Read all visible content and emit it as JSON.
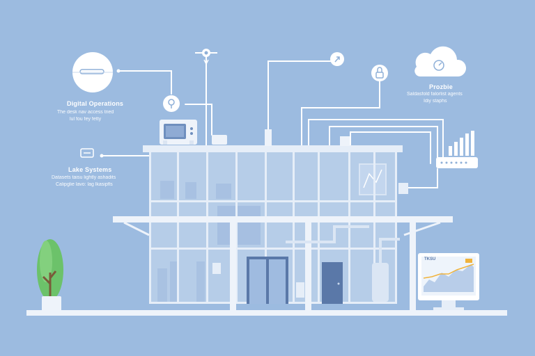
{
  "labels": {
    "digital_ops": {
      "title": "Digital Operations",
      "lines": [
        "The desk nav access tried",
        "lul fou fey fetty"
      ]
    },
    "lake_systems": {
      "title": "Lake Systems",
      "lines": [
        "Datasets taisu lightly ashadits",
        "Calipglie lavo: lag lkasipfls"
      ]
    },
    "cloud_block": {
      "title": "Prozbie",
      "lines": [
        "Saldasfold falorlist agents",
        "Idiy staphs"
      ]
    },
    "monitor_tag": "TKSU"
  },
  "colors": {
    "background": "#9cbbe0",
    "line": "#ffffff",
    "glass": "#b6cde8",
    "frame": "#e8eff8",
    "accent_chart": "#f0b33c",
    "door": "#5a78a8",
    "tree": "#6cc26a"
  },
  "icons": [
    "gauge-icon",
    "bulb-icon",
    "valve-icon",
    "arrow-icon",
    "lock-icon",
    "cloud-icon",
    "router-icon",
    "signal-bars-icon",
    "monitor-icon",
    "plant-icon",
    "camera-box-icon"
  ]
}
